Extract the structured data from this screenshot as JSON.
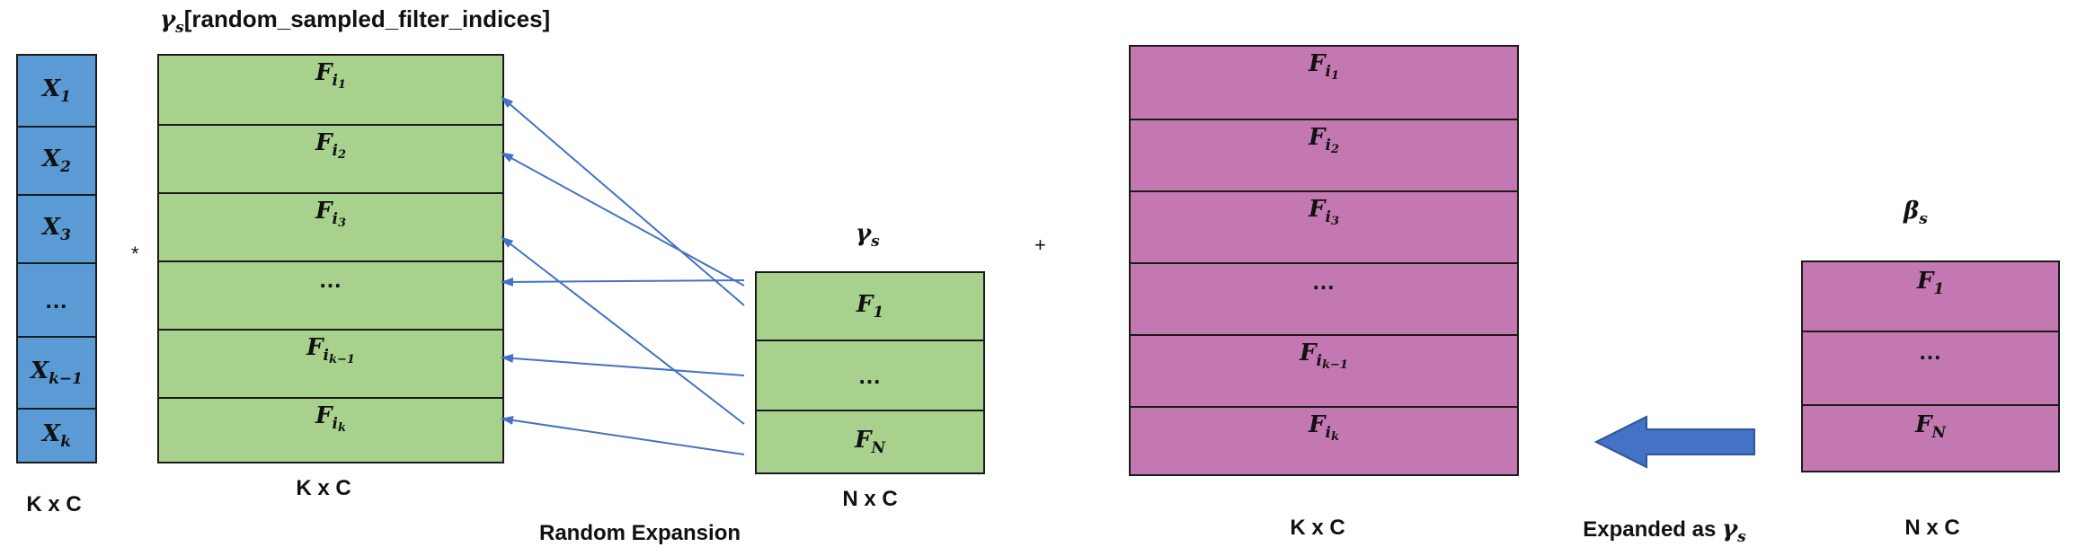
{
  "title_top": {
    "symbol": "γ",
    "sub": "s",
    "text": "[random_sampled_filter_indices]"
  },
  "x_column": [
    "1",
    "2",
    "3",
    "…",
    "k−1",
    "k"
  ],
  "x_letter": "X",
  "f_letter": "F",
  "i_letter": "i",
  "ellipsis": "…",
  "gamma_column_subs": [
    "1",
    "…",
    "N"
  ],
  "expanded_subs": [
    "1",
    "2",
    "3",
    "…",
    "k−1",
    "k"
  ],
  "beta_column_subs": [
    "1",
    "…",
    "N"
  ],
  "labels": {
    "x_dims": "K x C",
    "gamma_expanded_dims": "K x C",
    "gamma_dims": "N x C",
    "random_expansion": "Random Expansion",
    "beta_expanded_dims": "K x C",
    "expanded_as_text": "Expanded as ",
    "beta_dims": "N x C"
  },
  "gamma_label": {
    "symbol": "γ",
    "sub": "s"
  },
  "beta_label": {
    "symbol": "β",
    "sub": "s"
  },
  "operators": {
    "multiply": "*",
    "plus": "+"
  },
  "colors": {
    "blue": "#5b9bd5",
    "green": "#a9d18e",
    "pink": "#c478b1",
    "arrow": "#4472c4"
  }
}
